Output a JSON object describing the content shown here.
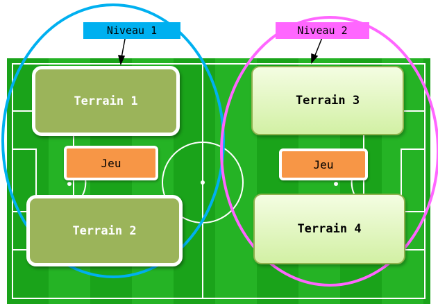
{
  "levels": [
    {
      "label": "Niveau 1",
      "color": "#00b0f0"
    },
    {
      "label": "Niveau 2",
      "color": "#ff66ff"
    }
  ],
  "fields": [
    "Terrain 1",
    "Terrain 2",
    "Terrain 3",
    "Terrain 4"
  ],
  "games": [
    "Jeu",
    "Jeu"
  ],
  "colors": {
    "pitch": "#1aa31a",
    "pitch_stripe": "#25b325",
    "field_dark": "#9bb45a",
    "field_light": "#e4f7c4",
    "game": "#f79646"
  }
}
